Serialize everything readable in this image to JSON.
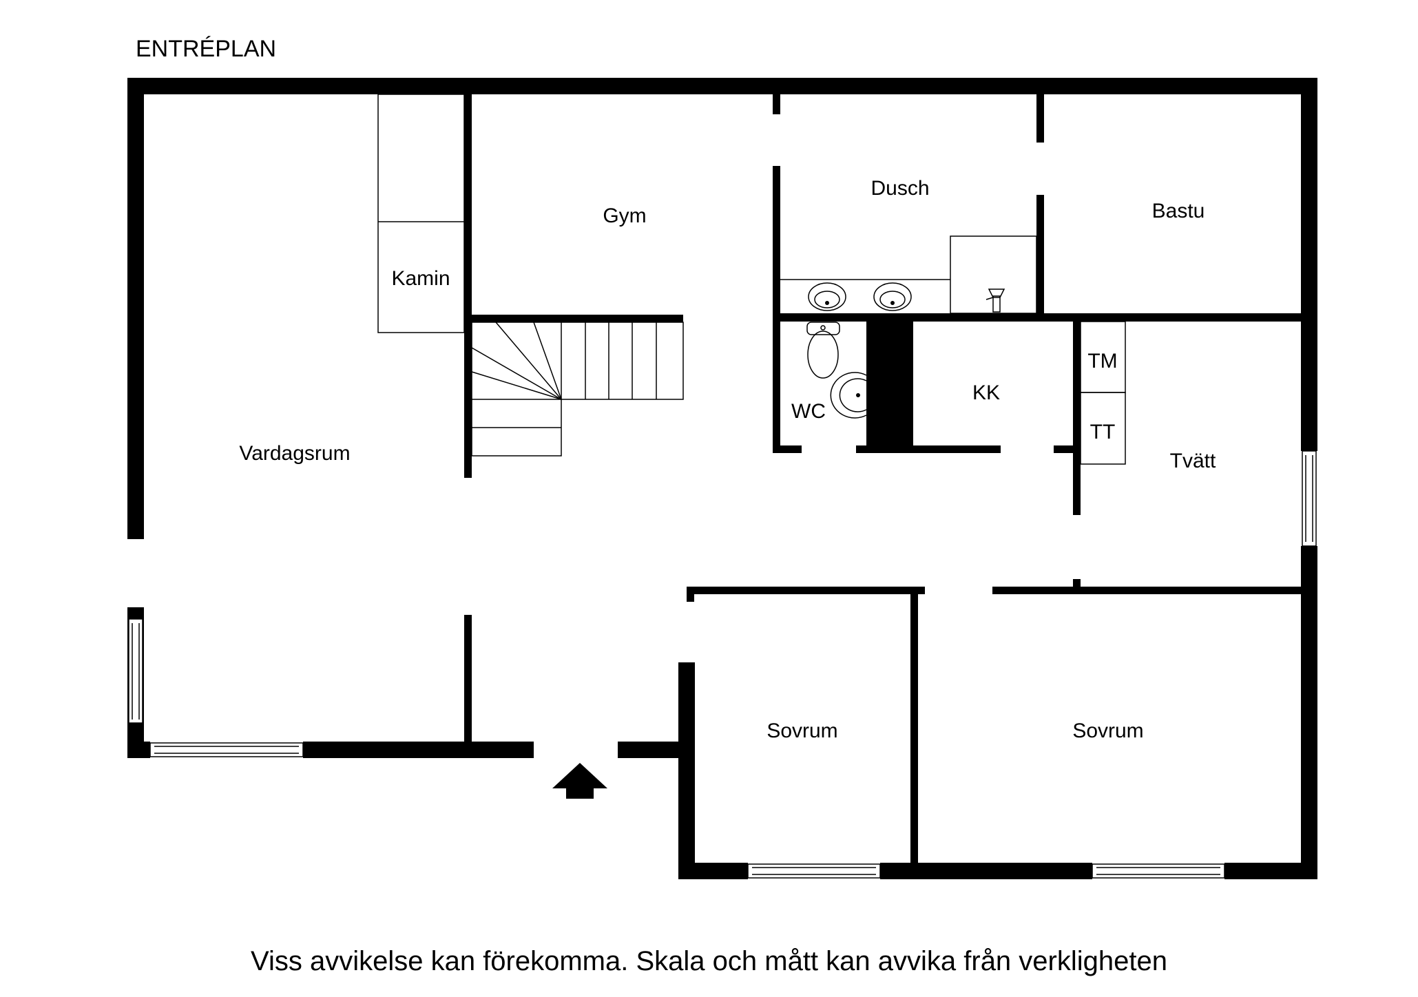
{
  "plan": {
    "title": "ENTRÉPLAN",
    "disclaimer": "Viss avvikelse kan förekomma. Skala och mått kan avvika från verkligheten",
    "rooms": {
      "vardagsrum": "Vardagsrum",
      "kamin": "Kamin",
      "gym": "Gym",
      "dusch": "Dusch",
      "bastu": "Bastu",
      "wc": "WC",
      "kk": "KK",
      "tm": "TM",
      "tt": "TT",
      "tvatt": "Tvätt",
      "sovrum_1": "Sovrum",
      "sovrum_2": "Sovrum"
    },
    "colors": {
      "wall": "#000000",
      "background": "#ffffff"
    },
    "icons": [
      "entrance-arrow-icon",
      "toilet-icon",
      "sink-icon",
      "shower-faucet-icon"
    ]
  }
}
